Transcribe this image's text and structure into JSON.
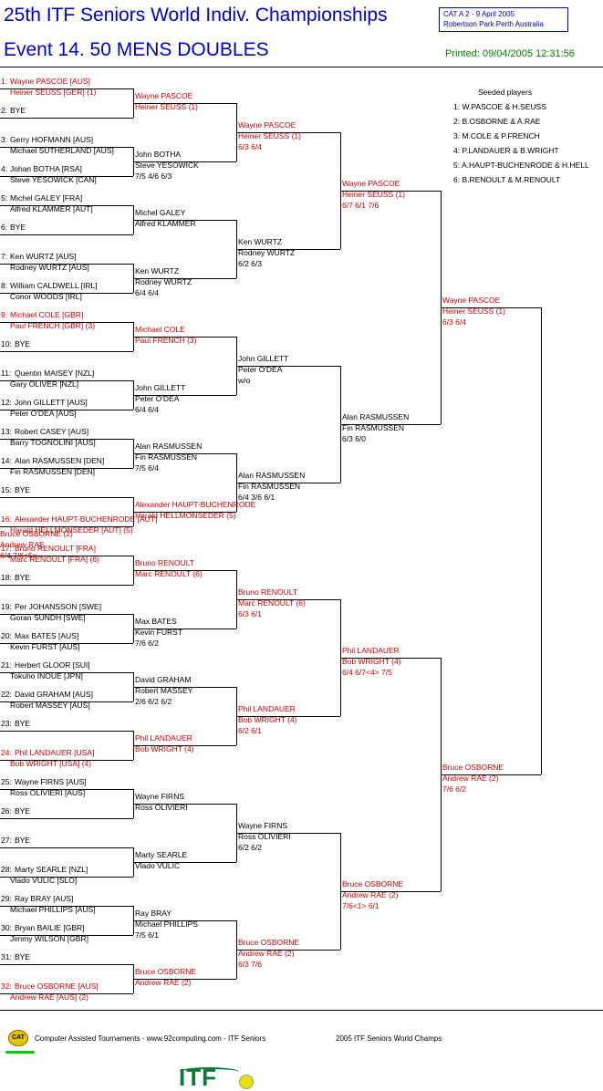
{
  "header": {
    "title_line1": "25th ITF Seniors World Indiv. Championships",
    "title_line2": "Event 14. 50 MENS DOUBLES",
    "cat_line1": "CAT A    2 - 9 April 2005",
    "cat_line2": "Robertson Park Perth    Australia",
    "printed": "Printed: 09/04/2005 12:31:56"
  },
  "seeds": {
    "title": "Seeded players",
    "items": [
      "1: W.PASCOE & H.SEUSS",
      "2: B.OSBORNE & A.RAE",
      "3: M.COLE & P.FRENCH",
      "4: P.LANDAUER & B.WRIGHT",
      "5: A.HAUPT-BUCHENRODE & H.HELL",
      "6: B.RENOULT & M.RENOULT"
    ]
  },
  "draw": [
    {
      "num": "1:",
      "p1": "Wayne PASCOE [AUS]",
      "p2": "Heiner SEUSS [GER] (1)",
      "seed": true
    },
    {
      "num": "2:",
      "p1": "BYE",
      "p2": "",
      "seed": false
    },
    {
      "num": "3:",
      "p1": "Gerry HOFMANN [AUS]",
      "p2": "Michael SUTHERLAND [AUS]",
      "seed": false
    },
    {
      "num": "4:",
      "p1": "Johan BOTHA [RSA]",
      "p2": "Steve YESOWICK [CAN]",
      "seed": false
    },
    {
      "num": "5:",
      "p1": "Michel GALEY [FRA]",
      "p2": "Alfred KLAMMER [AUT]",
      "seed": false
    },
    {
      "num": "6:",
      "p1": "BYE",
      "p2": "",
      "seed": false
    },
    {
      "num": "7:",
      "p1": "Ken WURTZ [AUS]",
      "p2": "Rodney WURTZ [AUS]",
      "seed": false
    },
    {
      "num": "8:",
      "p1": "William CALDWELL [IRL]",
      "p2": "Conor WOODS [IRL]",
      "seed": false
    },
    {
      "num": "9:",
      "p1": "Michael COLE [GBR]",
      "p2": "Paul FRENCH [GBR] (3)",
      "seed": true
    },
    {
      "num": "10:",
      "p1": "BYE",
      "p2": "",
      "seed": false
    },
    {
      "num": "11:",
      "p1": "Quentin MAISEY [NZL]",
      "p2": "Gary OLIVER [NZL]",
      "seed": false
    },
    {
      "num": "12:",
      "p1": "John GILLETT [AUS]",
      "p2": "Peter O'DEA [AUS]",
      "seed": false
    },
    {
      "num": "13:",
      "p1": "Robert CASEY [AUS]",
      "p2": "Barry TOGNOLINI [AUS]",
      "seed": false
    },
    {
      "num": "14:",
      "p1": "Alan RASMUSSEN [DEN]",
      "p2": "Fin RASMUSSEN [DEN]",
      "seed": false
    },
    {
      "num": "15:",
      "p1": "BYE",
      "p2": "",
      "seed": false
    },
    {
      "num": "16:",
      "p1": "Alexander HAUPT-BUCHENRODE [AUT]",
      "p2": "Harald HELLMONSEDER [AUT] (5)",
      "seed": true
    },
    {
      "num": "17:",
      "p1": "Bruno RENOULT [FRA]",
      "p2": "Marc RENOULT [FRA] (6)",
      "seed": true
    },
    {
      "num": "18:",
      "p1": "BYE",
      "p2": "",
      "seed": false
    },
    {
      "num": "19:",
      "p1": "Per JOHANSSON [SWE]",
      "p2": "Goran SUNDH [SWE]",
      "seed": false
    },
    {
      "num": "20:",
      "p1": "Max BATES [AUS]",
      "p2": "Kevin FURST [AUS]",
      "seed": false
    },
    {
      "num": "21:",
      "p1": "Herbert GLOOR [SUI]",
      "p2": "Tokuho INOUE [JPN]",
      "seed": false
    },
    {
      "num": "22:",
      "p1": "David GRAHAM [AUS]",
      "p2": "Robert MASSEY [AUS]",
      "seed": false
    },
    {
      "num": "23:",
      "p1": "BYE",
      "p2": "",
      "seed": false
    },
    {
      "num": "24:",
      "p1": "Phil LANDAUER [USA]",
      "p2": "Bob WRIGHT [USA] (4)",
      "seed": true
    },
    {
      "num": "25:",
      "p1": "Wayne FIRNS [AUS]",
      "p2": "Ross OLIVIERI [AUS]",
      "seed": false
    },
    {
      "num": "26:",
      "p1": "BYE",
      "p2": "",
      "seed": false
    },
    {
      "num": "27:",
      "p1": "BYE",
      "p2": "",
      "seed": false
    },
    {
      "num": "28:",
      "p1": "Marty SEARLE [NZL]",
      "p2": "Vlado VULIC [SLO]",
      "seed": false
    },
    {
      "num": "29:",
      "p1": "Ray BRAY [AUS]",
      "p2": "Michael PHILLIPS [AUS]",
      "seed": false
    },
    {
      "num": "30:",
      "p1": "Bryan BAILIE [GBR]",
      "p2": "Jimmy WILSON [GBR]",
      "seed": false
    },
    {
      "num": "31:",
      "p1": "BYE",
      "p2": "",
      "seed": false
    },
    {
      "num": "32:",
      "p1": "Bruce OSBORNE [AUS]",
      "p2": "Andrew RAE [AUS] (2)",
      "seed": true
    }
  ],
  "rounds": [
    [
      {
        "p1": "Wayne PASCOE",
        "p2": "Heiner SEUSS (1)",
        "score": "",
        "seed": true
      },
      {
        "p1": "John BOTHA",
        "p2": "Steve YESOWICK",
        "score": "7/5 4/6 6/3",
        "seed": false
      },
      {
        "p1": "Michel GALEY",
        "p2": "Alfred KLAMMER",
        "score": "",
        "seed": false
      },
      {
        "p1": "Ken WURTZ",
        "p2": "Rodney WURTZ",
        "score": "6/4 6/4",
        "seed": false
      },
      {
        "p1": "Michael COLE",
        "p2": "Paul FRENCH (3)",
        "score": "",
        "seed": true
      },
      {
        "p1": "John GILLETT",
        "p2": "Peter O'DEA",
        "score": "6/4 6/4",
        "seed": false
      },
      {
        "p1": "Alan RASMUSSEN",
        "p2": "Fin RASMUSSEN",
        "score": "7/5 6/4",
        "seed": false
      },
      {
        "p1": "Alexander HAUPT-BUCHENRODE",
        "p2": "Harald HELLMONSEDER (5)",
        "score": "",
        "seed": true
      },
      {
        "p1": "Bruno RENOULT",
        "p2": "Marc RENOULT (6)",
        "score": "",
        "seed": true
      },
      {
        "p1": "Max BATES",
        "p2": "Kevin FURST",
        "score": "7/6 6/2",
        "seed": false
      },
      {
        "p1": "David GRAHAM",
        "p2": "Robert MASSEY",
        "score": "2/6 6/2 6/2",
        "seed": false
      },
      {
        "p1": "Phil LANDAUER",
        "p2": "Bob WRIGHT (4)",
        "score": "",
        "seed": true
      },
      {
        "p1": "Wayne FIRNS",
        "p2": "Ross OLIVIERI",
        "score": "",
        "seed": false
      },
      {
        "p1": "Marty SEARLE",
        "p2": "Vlado VULIC",
        "score": "",
        "seed": false
      },
      {
        "p1": "Ray BRAY",
        "p2": "Michael PHILLIPS",
        "score": "7/5 6/1",
        "seed": false
      },
      {
        "p1": "Bruce OSBORNE",
        "p2": "Andrew RAE (2)",
        "score": "",
        "seed": true
      }
    ],
    [
      {
        "p1": "Wayne PASCOE",
        "p2": "Heiner SEUSS (1)",
        "score": "6/3 6/4",
        "seed": true
      },
      {
        "p1": "Ken WURTZ",
        "p2": "Rodney WURTZ",
        "score": "6/2 6/3",
        "seed": false
      },
      {
        "p1": "John GILLETT",
        "p2": "Peter O'DEA",
        "score": "w/o",
        "seed": false
      },
      {
        "p1": "Alan RASMUSSEN",
        "p2": "Fin RASMUSSEN",
        "score": "6/4 3/6 6/1",
        "seed": false
      },
      {
        "p1": "Bruno RENOULT",
        "p2": "Marc RENOULT (6)",
        "score": "6/3 6/1",
        "seed": true
      },
      {
        "p1": "Phil LANDAUER",
        "p2": "Bob WRIGHT (4)",
        "score": "6/2 6/1",
        "seed": true
      },
      {
        "p1": "Wayne FIRNS",
        "p2": "Ross OLIVIERI",
        "score": "6/2 6/2",
        "seed": false
      },
      {
        "p1": "Bruce OSBORNE",
        "p2": "Andrew RAE (2)",
        "score": "6/3 7/6",
        "seed": true
      }
    ],
    [
      {
        "p1": "Wayne PASCOE",
        "p2": "Heiner SEUSS (1)",
        "score": "6/7 6/1 7/6",
        "seed": true
      },
      {
        "p1": "Alan RASMUSSEN",
        "p2": "Fin RASMUSSEN",
        "score": "6/3 6/0",
        "seed": false
      },
      {
        "p1": "Phil LANDAUER",
        "p2": "Bob WRIGHT (4)",
        "score": "6/4 6/7<4> 7/5",
        "seed": true
      },
      {
        "p1": "Bruce OSBORNE",
        "p2": "Andrew RAE (2)",
        "score": "7/6<1> 6/1",
        "seed": true
      }
    ],
    [
      {
        "p1": "Wayne PASCOE",
        "p2": "Heiner SEUSS (1)",
        "score": "6/3 6/4",
        "seed": true
      },
      {
        "p1": "Bruce OSBORNE",
        "p2": "Andrew RAE (2)",
        "score": "7/6 6/2",
        "seed": true
      }
    ],
    [
      {
        "p1": "Bruce OSBORNE (2)",
        "p2": "Andrew RAE",
        "score": "6/4 7/6<5>",
        "seed": true
      }
    ]
  ],
  "footer": {
    "logo_text": "CAT",
    "left_text": "Computer Assisted Tournaments - www.92computing.com -  ITF Seniors",
    "right_text": "2005 ITF Seniors World Champs",
    "itf_logo": "ITF"
  }
}
